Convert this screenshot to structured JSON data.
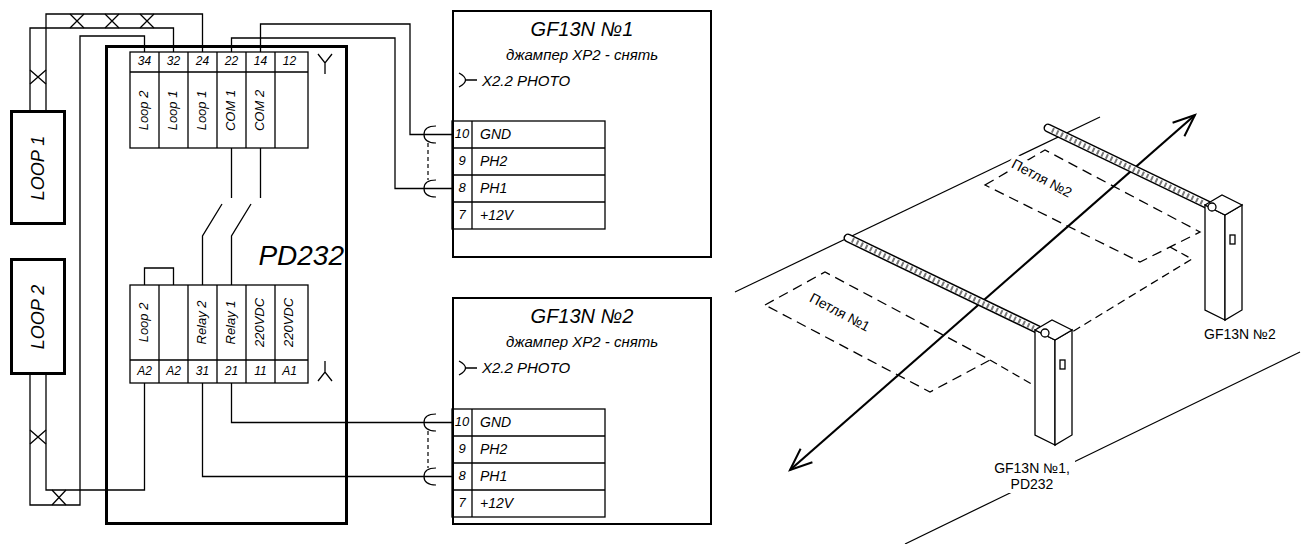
{
  "diagram": {
    "nodes": [
      {
        "text": [
          "LOOP 1"
        ]
      },
      {
        "text": [
          "LOOP 2"
        ]
      },
      {
        "text": [
          "PD232"
        ]
      },
      {
        "text": [
          "GF13N №1",
          "джампер XP2 - снять",
          "X2.2 PHOTO"
        ]
      },
      {
        "text": [
          "GF13N №2",
          "джампер XP2 - снять",
          "X2.2 PHOTO"
        ]
      }
    ],
    "edges": [
      {
        "from": 0,
        "to": 2,
        "arrow": "none"
      },
      {
        "from": 0,
        "to": 2,
        "arrow": "none"
      },
      {
        "from": 1,
        "to": 2,
        "arrow": "none"
      },
      {
        "from": 1,
        "to": 2,
        "arrow": "none"
      },
      {
        "from": 2,
        "to": 3,
        "arrow": "none"
      },
      {
        "from": 2,
        "to": 3,
        "arrow": "none"
      },
      {
        "from": 2,
        "to": 4,
        "arrow": "none"
      },
      {
        "from": 2,
        "to": 4,
        "arrow": "none"
      }
    ],
    "labels": [
      "34",
      "32",
      "24",
      "22",
      "14",
      "12",
      "Loop 2",
      "Loop 1",
      "Loop 1",
      "COM 1",
      "COM 2",
      "Loop 2",
      "Relay 2",
      "Relay 1",
      "220VDC",
      "220VDC",
      "A2",
      "A2",
      "31",
      "21",
      "11",
      "A1",
      "10",
      "GND",
      "9",
      "PH2",
      "8",
      "PH1",
      "7",
      "+12V",
      "10",
      "GND",
      "9",
      "PH2",
      "8",
      "PH1",
      "7",
      "+12V",
      "Петля №2",
      "Петля №1",
      "GF13N №2",
      "GF13N №1, PD232"
    ]
  }
}
